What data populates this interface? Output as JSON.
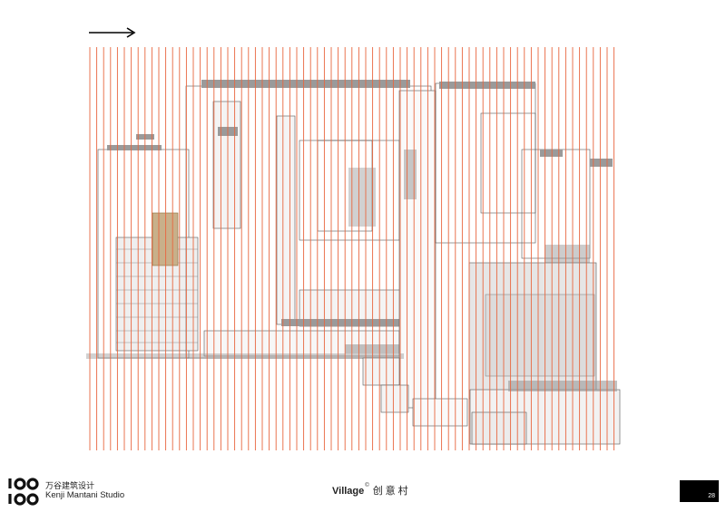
{
  "footer": {
    "title_en": "Village",
    "title_mark": "©",
    "title_cn": "创意村",
    "studio_cn": "万谷建筑设计",
    "studio_en": "Kenji Mantani Studio",
    "page_number": "28"
  },
  "logo": {
    "mark_text": "100 100",
    "icon": "circles-logo-icon"
  },
  "colors": {
    "grid_line": "#e8663f",
    "outline": "#555555",
    "building_fill": "#9a9a9a",
    "courtyard_fill": "#e6e6e6",
    "accent_fill": "#c8b08a"
  },
  "direction_icon": "arrow-right-icon"
}
